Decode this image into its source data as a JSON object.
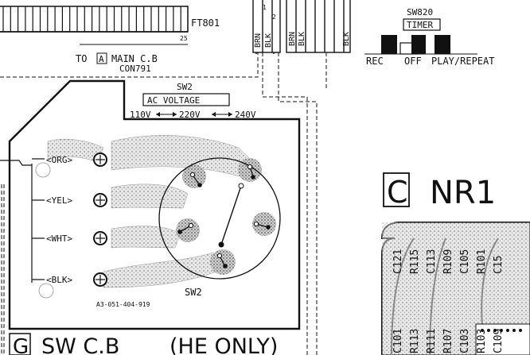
{
  "connector_ft801": {
    "label": "FT801",
    "pin_end": "25",
    "caption_prefix": "TO",
    "board_ref": "A",
    "caption": "MAIN C.B",
    "connector": "CON791"
  },
  "wires_top": [
    {
      "label": "BRN",
      "pin": "1"
    },
    {
      "label": "BLK",
      "pin": "2"
    },
    {
      "label": "BRN",
      "pin": ""
    },
    {
      "label": "BLK",
      "pin": ""
    },
    {
      "label": "BLK",
      "pin": ""
    }
  ],
  "sw820": {
    "ref": "SW820",
    "title": "TIMER",
    "positions": [
      "REC",
      "OFF",
      "PLAY/REPEAT"
    ]
  },
  "sw2": {
    "ref": "SW2",
    "title": "AC VOLTAGE",
    "voltages": [
      "110V",
      "220V",
      "240V"
    ],
    "terminals": [
      "<ORG>",
      "<YEL>",
      "<WHT>",
      "<BLK>"
    ],
    "switch_label": "SW2",
    "part_number": "A3-051-404-919"
  },
  "board_g": {
    "letter": "G",
    "title": "SW C.B",
    "note": "(HE ONLY)"
  },
  "board_c": {
    "letter": "C",
    "title": "NR1"
  },
  "nr1_components": [
    "C121",
    "R115",
    "C113",
    "R109",
    "C105",
    "R101",
    "C15",
    "C101",
    "R113",
    "R111",
    "R107",
    "C103",
    "R103",
    "C109"
  ]
}
